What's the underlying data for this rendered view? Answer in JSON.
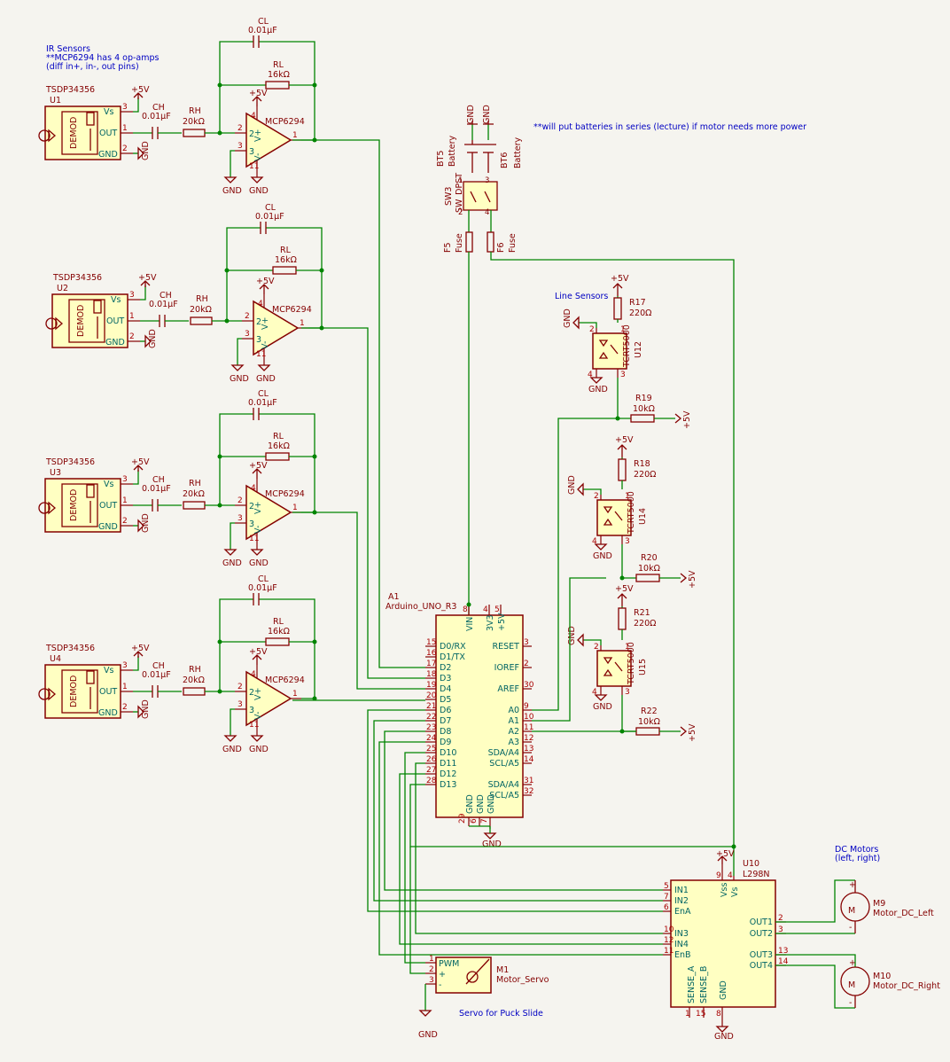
{
  "notes": {
    "ir_title": "IR Sensors",
    "ir_note1": "**MCP6294 has 4 op-amps",
    "ir_note2": "(diff in+, in-, out pins)",
    "battery_note": "**will put batteries in series (lecture) if motor needs more power",
    "line_sensors": "Line Sensors",
    "dc_motors1": "DC Motors",
    "dc_motors2": "(left, right)",
    "servo_note": "Servo for Puck Slide"
  },
  "ir_stages": [
    {
      "sensor_part": "TSDP34356",
      "sensor_ref": "U1"
    },
    {
      "sensor_part": "TSDP34356",
      "sensor_ref": "U2"
    },
    {
      "sensor_part": "TSDP34356",
      "sensor_ref": "U3"
    },
    {
      "sensor_part": "TSDP34356",
      "sensor_ref": "U4"
    }
  ],
  "ir_parts": {
    "vs": "Vs",
    "out": "OUT",
    "gnd": "GND",
    "demod": "DEMOD",
    "pwr": "+5V",
    "ch_ref": "CH",
    "ch_val": "0.01µF",
    "rh_ref": "RH",
    "rh_val": "20kΩ",
    "cl_ref": "CL",
    "cl_val": "0.01µF",
    "rl_ref": "RL",
    "rl_val": "16kΩ",
    "opamp": "MCP6294",
    "vplus": "V+",
    "vminus": "V-",
    "pin1": "1",
    "pin2": "2",
    "pin3": "3",
    "pin4": "4",
    "pin11": "11"
  },
  "power": {
    "bt5_ref": "BT5",
    "bt5_val": "Battery",
    "bt6_ref": "BT6",
    "bt6_val": "Battery",
    "sw_ref": "SW3",
    "sw_val": "SW_DPST",
    "f5_ref": "F5",
    "f6_ref": "F6",
    "fuse": "Fuse",
    "gnd": "GND"
  },
  "line_sensors": [
    {
      "res_ref": "R17",
      "res_val": "220Ω",
      "ic_ref": "U12",
      "ic_part": "TCRT5000",
      "pull_ref": "R19",
      "pull_val": "10kΩ"
    },
    {
      "res_ref": "R18",
      "res_val": "220Ω",
      "ic_ref": "U14",
      "ic_part": "TCRT5000",
      "pull_ref": "R20",
      "pull_val": "10kΩ"
    },
    {
      "res_ref": "R21",
      "res_val": "220Ω",
      "ic_ref": "U15",
      "ic_part": "TCRT5000",
      "pull_ref": "R22",
      "pull_val": "10kΩ"
    }
  ],
  "arduino": {
    "ref": "A1",
    "part": "Arduino_UNO_R3",
    "left_pins": [
      {
        "name": "D0/RX",
        "num": "15"
      },
      {
        "name": "D1/TX",
        "num": "16"
      },
      {
        "name": "D2",
        "num": "17"
      },
      {
        "name": "D3",
        "num": "18"
      },
      {
        "name": "D4",
        "num": "19"
      },
      {
        "name": "D5",
        "num": "20"
      },
      {
        "name": "D6",
        "num": "21"
      },
      {
        "name": "D7",
        "num": "22"
      },
      {
        "name": "D8",
        "num": "23"
      },
      {
        "name": "D9",
        "num": "24"
      },
      {
        "name": "D10",
        "num": "25"
      },
      {
        "name": "D11",
        "num": "26"
      },
      {
        "name": "D12",
        "num": "27"
      },
      {
        "name": "D13",
        "num": "28"
      }
    ],
    "right_pins": [
      {
        "name": "RESET",
        "num": "3"
      },
      {
        "name": "IOREF",
        "num": "2"
      },
      {
        "name": "AREF",
        "num": "30"
      },
      {
        "name": "A0",
        "num": "9"
      },
      {
        "name": "A1",
        "num": "10"
      },
      {
        "name": "A2",
        "num": "11"
      },
      {
        "name": "A3",
        "num": "12"
      },
      {
        "name": "SDA/A4",
        "num": "13"
      },
      {
        "name": "SCL/A5",
        "num": "14"
      },
      {
        "name": "SDA/A4",
        "num": "31"
      },
      {
        "name": "SCL/A5",
        "num": "32"
      }
    ],
    "top_vin": "VIN",
    "top_vin_num": "8",
    "top_3v3": "3V3",
    "top_3v3_num": "4",
    "top_5v": "+5V",
    "top_5v_num": "5",
    "gnd": "GND",
    "gnd_nums": [
      "29",
      "6",
      "7"
    ]
  },
  "driver": {
    "ref": "U10",
    "part": "L298N",
    "in1": "IN1",
    "in2": "IN2",
    "ena": "EnA",
    "in3": "IN3",
    "in4": "IN4",
    "enb": "EnB",
    "in1_n": "5",
    "in2_n": "7",
    "ena_n": "6",
    "in3_n": "10",
    "in4_n": "12",
    "enb_n": "11",
    "vss": "Vss",
    "vs": "Vs",
    "vss_n": "9",
    "vs_n": "4",
    "out1": "OUT1",
    "out2": "OUT2",
    "out3": "OUT3",
    "out4": "OUT4",
    "out1_n": "2",
    "out2_n": "3",
    "out3_n": "13",
    "out4_n": "14",
    "sense_a": "SENSE_A",
    "sense_b": "SENSE_B",
    "sense_a_n": "1",
    "sense_b_n": "15",
    "gnd": "GND",
    "gnd_n": "8",
    "pwr": "+5V"
  },
  "motors": [
    {
      "ref": "M9",
      "part": "Motor_DC_Left"
    },
    {
      "ref": "M10",
      "part": "Motor_DC_Right"
    }
  ],
  "servo": {
    "ref": "M1",
    "part": "Motor_Servo",
    "pwm": "PWM",
    "plus": "+",
    "minus": "-",
    "gnd": "GND"
  }
}
